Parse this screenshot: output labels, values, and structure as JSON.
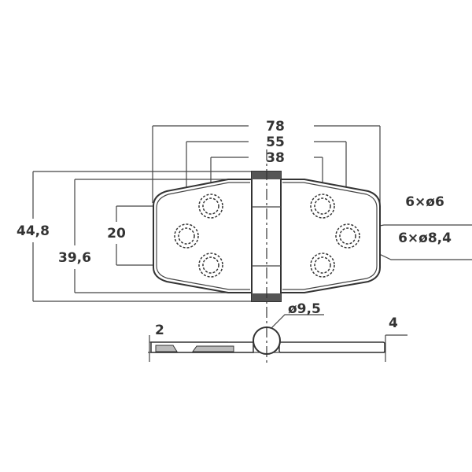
{
  "dimensions": {
    "overall_width": "78",
    "outer_hole_spacing": "55",
    "inner_hole_spacing": "38",
    "overall_height": "44,8",
    "plate_height": "39,6",
    "hole_vertical_spacing": "20",
    "holes_small": "6×ø6",
    "holes_large": "6×ø8,4",
    "knuckle_diameter": "ø9,5",
    "plate_thickness": "2",
    "total_thickness": "4"
  },
  "colors": {
    "line": "#333333",
    "background": "#ffffff"
  }
}
